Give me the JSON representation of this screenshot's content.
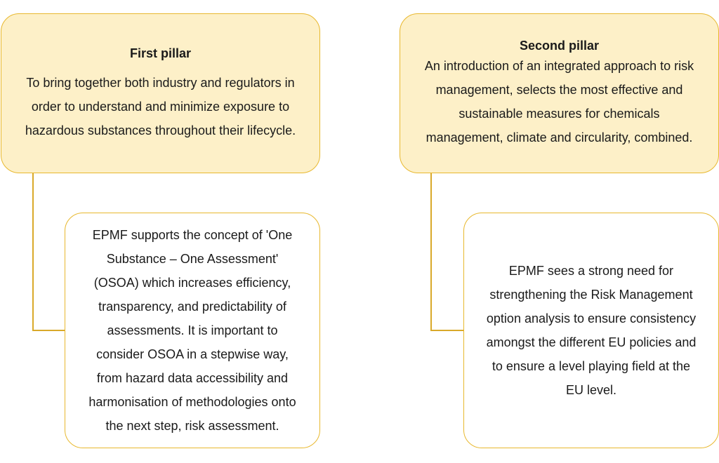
{
  "colors": {
    "pillar_fill": "#fdf0c8",
    "border": "#e8b82e",
    "connector": "#d9a92a"
  },
  "pillars": [
    {
      "title": "First pillar",
      "lines": [
        "To bring together both industry and regulators in",
        "order to understand and minimize exposure to",
        "hazardous substances throughout their lifecycle."
      ],
      "detail_lines": [
        "EPMF supports the concept of 'One",
        "Substance – One Assessment'",
        "(OSOA) which increases efficiency,",
        "transparency, and predictability of",
        "assessments. It is important to",
        "consider OSOA in a stepwise way,",
        "from hazard data accessibility and",
        "harmonisation of methodologies onto",
        "the next step, risk assessment."
      ]
    },
    {
      "title": "Second pillar",
      "lines": [
        "An introduction of an integrated approach to risk",
        "management, selects the most effective and",
        "sustainable measures for chemicals",
        "management, climate and circularity, combined."
      ],
      "detail_lines": [
        "EPMF sees a strong need for",
        "strengthening the Risk Management",
        "option analysis to ensure consistency",
        "amongst the different EU policies and",
        "to ensure a level playing field at the",
        "EU level."
      ]
    }
  ]
}
